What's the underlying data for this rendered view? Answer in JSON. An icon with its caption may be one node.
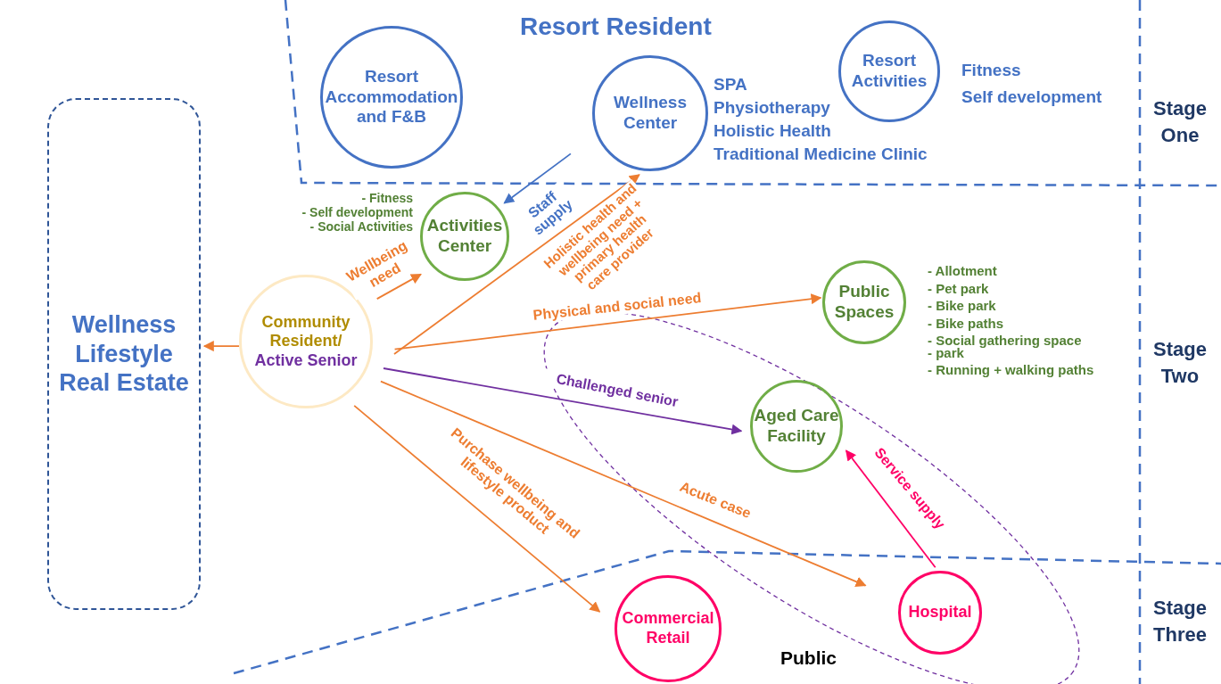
{
  "diagram": {
    "nodes": [
      {
        "text": [
          "Wellness Lifestyle Real Estate"
        ]
      },
      {
        "text": [
          "Resort Accommodation and F&B"
        ]
      },
      {
        "text": [
          "Wellness Center"
        ],
        "beside": [
          "SPA",
          "Physiotherapy",
          "Holistic Health",
          "Traditional Medicine Clinic"
        ]
      },
      {
        "text": [
          "Resort Activities"
        ],
        "beside": [
          "Fitness",
          "Self development"
        ]
      },
      {
        "text": [
          "Activities Center"
        ],
        "beside": [
          "- Fitness",
          "- Self development",
          "- Social Activities"
        ]
      },
      {
        "text": [
          "Community Resident/",
          "Active Senior"
        ]
      },
      {
        "text": [
          "Public Spaces"
        ],
        "beside": [
          "- Allotment",
          "- Pet park",
          "- Bike park",
          "- Bike paths",
          "- Social gathering space",
          "- park",
          "- Running + walking paths"
        ]
      },
      {
        "text": [
          "Aged Care Facility"
        ]
      },
      {
        "text": [
          "Commercial Retail"
        ]
      },
      {
        "text": [
          "Hospital"
        ]
      }
    ],
    "edges": [
      {
        "from": 5,
        "to": 0,
        "arrow": "to"
      },
      {
        "from": 5,
        "to": 4,
        "arrow": "to",
        "label": "Wellbeing need"
      },
      {
        "from": 2,
        "to": 4,
        "arrow": "to",
        "label": "Staff supply",
        "color": "#4472c4"
      },
      {
        "from": 5,
        "to": 2,
        "arrow": "to",
        "label": "Holistic health and wellbeing need + primary health care provider"
      },
      {
        "from": 5,
        "to": 6,
        "arrow": "to",
        "label": "Physical and social need"
      },
      {
        "from": 5,
        "to": 7,
        "arrow": "to",
        "label": "Challenged senior",
        "color": "#7030a0"
      },
      {
        "from": 5,
        "to": 9,
        "arrow": "to",
        "label": "Acute case"
      },
      {
        "from": 5,
        "to": 8,
        "arrow": "to",
        "label": "Purchase wellbeing and lifestyle product"
      },
      {
        "from": 9,
        "to": 7,
        "arrow": "to",
        "label": "Service supply",
        "color": "#ff0066"
      }
    ],
    "labels": [
      "Resort Resident",
      "Stage One",
      "Stage Two",
      "Stage Three",
      "Public"
    ]
  }
}
